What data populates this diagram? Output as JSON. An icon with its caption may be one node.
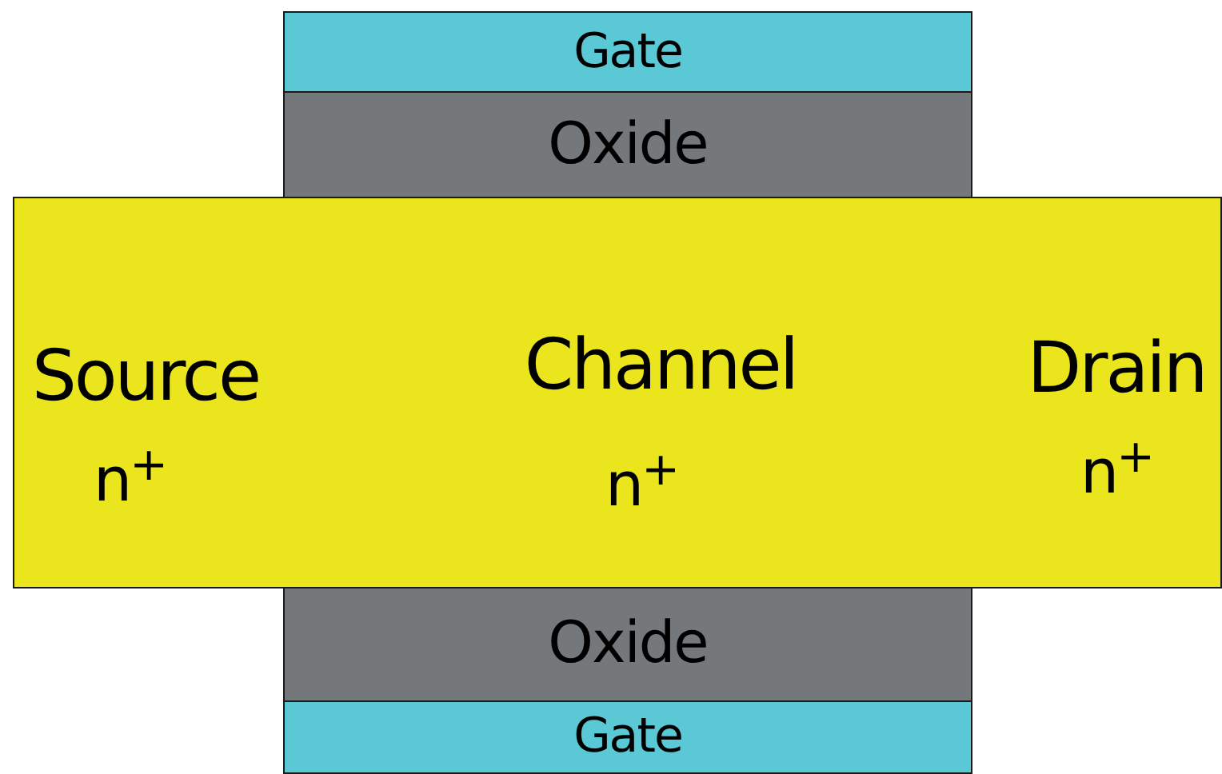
{
  "diagram": {
    "nodes": [
      {
        "text": [
          "Gate"
        ]
      },
      {
        "text": [
          "Oxide"
        ]
      },
      {
        "text": [
          "Source",
          "n$^{+}$",
          "Channel",
          "n$^{+}$",
          "Drain",
          "n$^{+}$"
        ]
      },
      {
        "text": [
          "Oxide"
        ]
      },
      {
        "text": [
          "Gate"
        ]
      }
    ]
  }
}
